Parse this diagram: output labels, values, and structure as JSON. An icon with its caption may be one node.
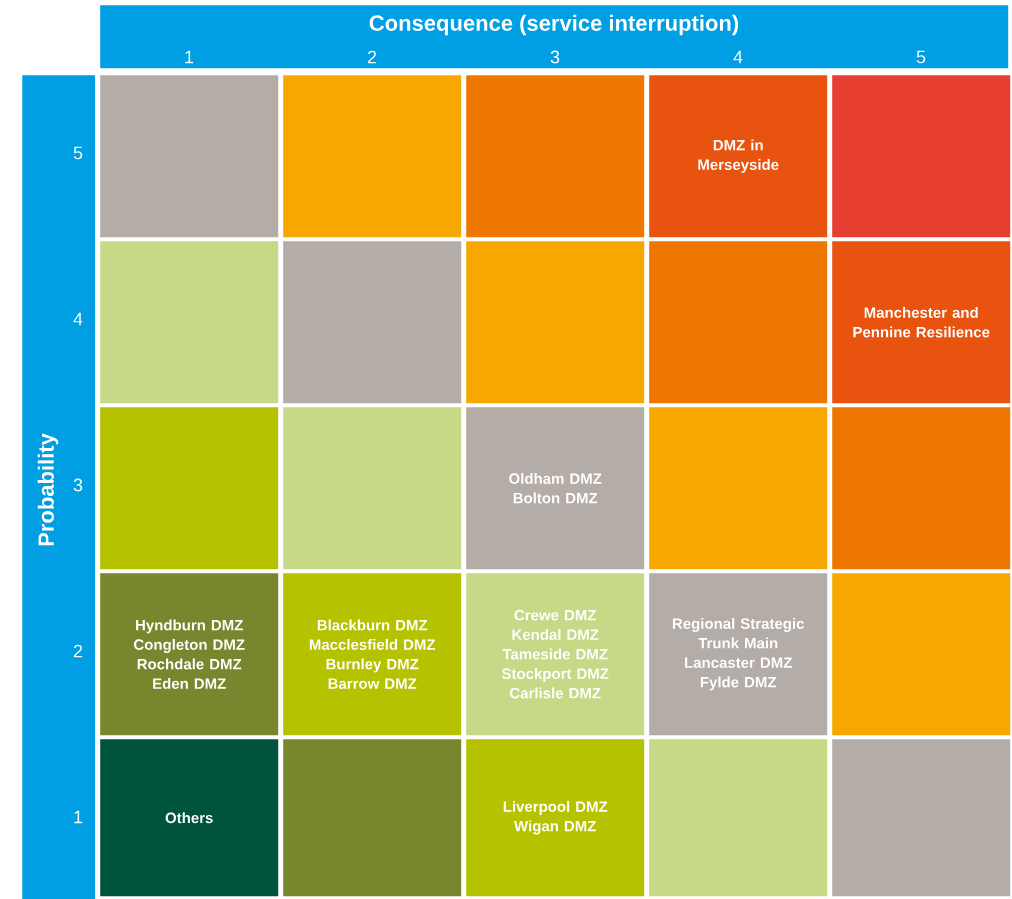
{
  "diagram": {
    "nodes": [
      {
        "text": [
          "Consequence (service interruption)",
          "1",
          "2",
          "3",
          "4",
          "5"
        ]
      },
      {
        "text": [
          "Probability",
          "5",
          "4",
          "3",
          "2",
          "1"
        ]
      },
      {
        "text": [],
        "shape": "box"
      },
      {
        "text": [],
        "shape": "box"
      },
      {
        "text": [],
        "shape": "box"
      },
      {
        "text": [
          "DMZ in Merseyside"
        ]
      },
      {
        "text": [],
        "shape": "box"
      },
      {
        "text": [],
        "shape": "box"
      },
      {
        "text": [],
        "shape": "box"
      },
      {
        "text": [],
        "shape": "box"
      },
      {
        "text": [],
        "shape": "box"
      },
      {
        "text": [
          "Manchester and Pennine Resilience"
        ]
      },
      {
        "text": [],
        "shape": "box"
      },
      {
        "text": [],
        "shape": "box"
      },
      {
        "text": [
          "Oldham DMZ",
          "Bolton DMZ"
        ]
      },
      {
        "text": [],
        "shape": "box"
      },
      {
        "text": [],
        "shape": "box"
      },
      {
        "text": [
          "Hyndburn DMZ",
          "Congleton DMZ",
          "Rochdale DMZ",
          "Eden DMZ"
        ]
      },
      {
        "text": [
          "Blackburn DMZ",
          "Macclesfield DMZ",
          "Burnley DMZ",
          "Barrow DMZ"
        ]
      },
      {
        "text": [
          "Crewe DMZ",
          "Kendal DMZ",
          "Tameside DMZ",
          "Stockport DMZ",
          "Carlisle DMZ"
        ]
      },
      {
        "text": [
          "Regional Strategic Trunk Main",
          "Lancaster DMZ",
          "Fylde DMZ"
        ]
      },
      {
        "text": [],
        "shape": "box"
      },
      {
        "text": [
          "Others"
        ]
      },
      {
        "text": [],
        "shape": "box"
      },
      {
        "text": [
          "Liverpool DMZ",
          "Wigan DMZ"
        ]
      },
      {
        "text": [],
        "shape": "box"
      },
      {
        "text": [],
        "shape": "box"
      }
    ]
  }
}
